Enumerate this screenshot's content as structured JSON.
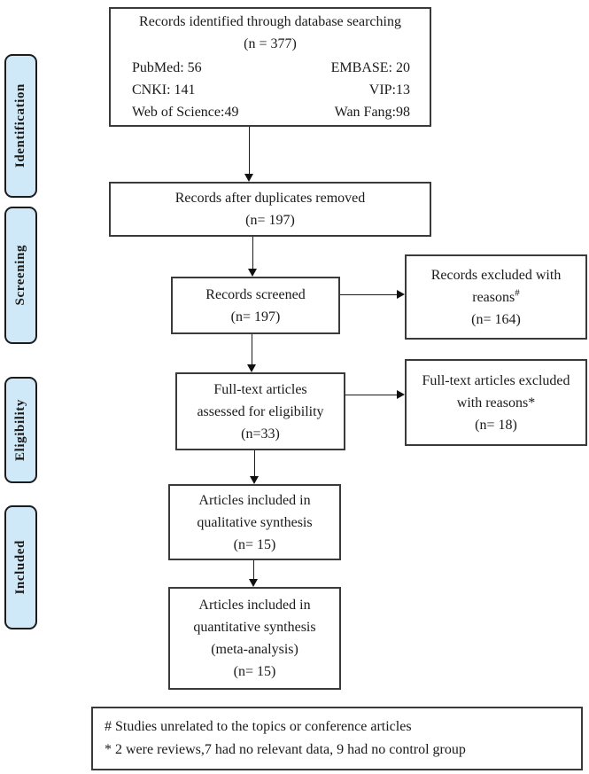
{
  "palette": {
    "stage_fill": "#cfe9f8",
    "stage_border": "#1c1c1c",
    "node_border": "#3a3a3a",
    "node_fill": "#ffffff",
    "text": "#1a1a1a"
  },
  "stages": [
    {
      "label": "Identification"
    },
    {
      "label": "Screening"
    },
    {
      "label": "Eligibility"
    },
    {
      "label": "Included"
    }
  ],
  "boxes": {
    "identified": {
      "title": "Records identified through database searching",
      "count": "(n = 377)",
      "sources_left": [
        "PubMed: 56",
        "CNKI: 141",
        "Web of Science:49"
      ],
      "sources_right": [
        "EMBASE: 20",
        "VIP:13",
        "Wan Fang:98"
      ]
    },
    "duplicates": {
      "lines": [
        "Records after duplicates removed",
        "(n= 197)"
      ]
    },
    "screened": {
      "lines": [
        "Records screened",
        "(n= 197)"
      ]
    },
    "records_excluded": {
      "line1": "Records excluded with",
      "reasons_base": "reasons",
      "reasons_sup": "#",
      "count": "(n= 164)"
    },
    "fulltext": {
      "lines": [
        "Full-text articles",
        "assessed for eligibility",
        "(n=33)"
      ]
    },
    "fulltext_excluded": {
      "lines": [
        "Full-text articles excluded",
        "with reasons*",
        "(n= 18)"
      ]
    },
    "qualitative": {
      "lines": [
        "Articles included in",
        "qualitative synthesis",
        "(n= 15)"
      ]
    },
    "quantitative": {
      "lines": [
        "Articles included in",
        "quantitative synthesis",
        "(meta-analysis)",
        "(n= 15)"
      ]
    },
    "footnote": {
      "lines": [
        "# Studies unrelated to the topics or conference articles",
        "* 2 were reviews,7 had no relevant data, 9 had no control group"
      ]
    }
  }
}
